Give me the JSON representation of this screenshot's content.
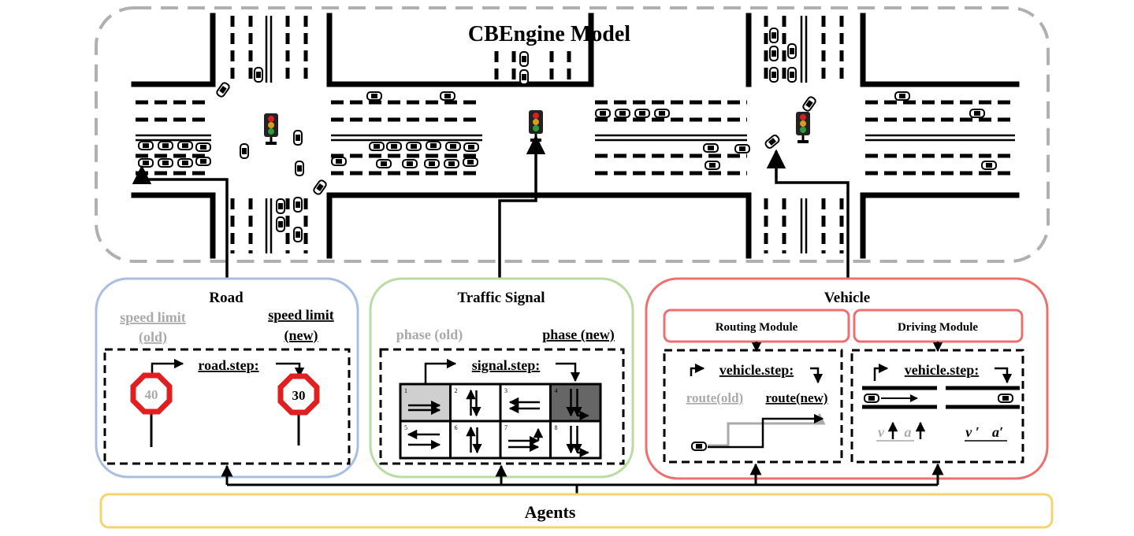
{
  "title": "CBEngine Model",
  "road": {
    "heading": "Road",
    "old_label_line1": "speed limit",
    "old_label_line2": "(old)",
    "new_label_line1": "speed limit",
    "new_label_line2": "(new)",
    "step": "road.step:",
    "old_sign": "40",
    "new_sign": "30"
  },
  "signal": {
    "heading": "Traffic Signal",
    "old_label": "phase (old)",
    "new_label": "phase (new)",
    "step": "signal.step:",
    "phases": [
      "1",
      "2",
      "3",
      "4",
      "5",
      "6",
      "7",
      "8"
    ],
    "old_phase": "1",
    "new_phase": "4"
  },
  "vehicle": {
    "heading": "Vehicle",
    "routing_module": "Routing Module",
    "driving_module": "Driving Module",
    "routing_step": "vehicle.step:",
    "driving_step": "vehicle.step:",
    "route_old": "route(old)",
    "route_new": "route(new)",
    "v_old": "v",
    "a_old": "a",
    "v_new": "v ′",
    "a_new": "a′"
  },
  "agents": "Agents",
  "colors": {
    "road_border": "#a9bfe0",
    "signal_border": "#b9dca4",
    "vehicle_border": "#ec7070",
    "agents_border": "#f3d46e",
    "model_border": "#b0b0b0",
    "sign_red": "#e02020",
    "old_gray": "#aaaaaa",
    "phase_old_fill": "#cfcfcf",
    "phase_new_fill": "#666666",
    "light_red": "#d32020",
    "light_yellow": "#d89a20",
    "light_green": "#2e9a3a"
  }
}
